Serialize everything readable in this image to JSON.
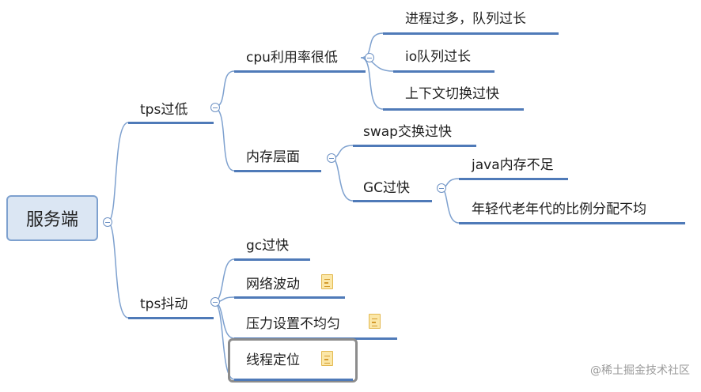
{
  "root": {
    "label": "服务端"
  },
  "branches": {
    "tps_low": {
      "label": "tps过低"
    },
    "cpu_low": {
      "label": "cpu利用率很低"
    },
    "cpu_c1": {
      "label": "进程过多，队列过长"
    },
    "cpu_c2": {
      "label": "io队列过长"
    },
    "cpu_c3": {
      "label": "上下文切换过快"
    },
    "memory": {
      "label": "内存层面"
    },
    "swap": {
      "label": "swap交换过快"
    },
    "gc_fast": {
      "label": "GC过快"
    },
    "java_mem": {
      "label": "java内存不足"
    },
    "gen_ratio": {
      "label": "年轻代老年代的比例分配不均"
    },
    "tps_jitter": {
      "label": "tps抖动"
    },
    "gc": {
      "label": "gc过快"
    },
    "network": {
      "label": "网络波动"
    },
    "pressure": {
      "label": "压力设置不均匀"
    },
    "thread": {
      "label": "线程定位"
    }
  },
  "watermark": "@稀土掘金技术社区",
  "colors": {
    "line": "#4f7ab8",
    "root_fill": "#dbe6f3",
    "root_border": "#7ea1cf",
    "note": "#fbe7a8"
  },
  "icons": {
    "collapse": "collapse-minus-icon",
    "note": "note-icon"
  }
}
